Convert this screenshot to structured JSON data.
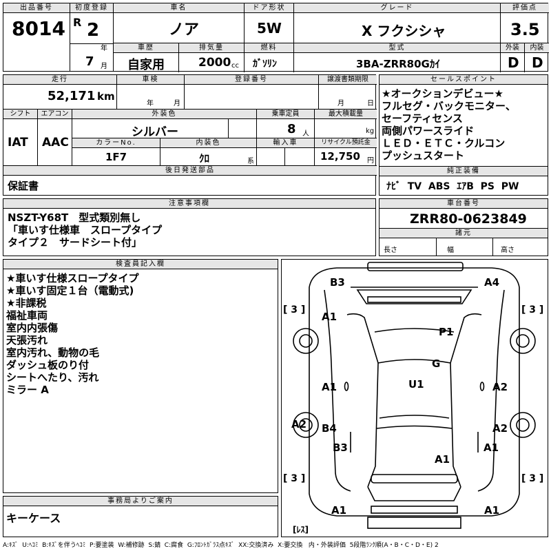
{
  "header": {
    "lot_label": "出品番号",
    "lot_value": "8014",
    "first_reg_label": "初度登録",
    "era": "R",
    "year": "2",
    "year_unit": "年",
    "month": "7",
    "month_unit": "月",
    "car_name_label": "車名",
    "car_name": "ノア",
    "door_label": "ドア形状",
    "door_value": "5W",
    "grade_label": "グレード",
    "grade_value": "X フクシシャ",
    "score_label": "評価点",
    "score_value": "3.5",
    "history_label": "車歴",
    "history_value": "自家用",
    "displacement_label": "排気量",
    "displacement_value": "2000",
    "displacement_unit": "cc",
    "fuel_label": "燃料",
    "fuel_value": "ｶﾞｿﾘﾝ",
    "model_label": "型式",
    "model_value": "3BA-ZRR80Gｶｲ",
    "exterior_label": "外装",
    "exterior_value": "D",
    "interior_label": "内装",
    "interior_value": "D"
  },
  "row2": {
    "mileage_label": "走行",
    "mileage_value": "52,171",
    "mileage_unit": "km",
    "inspection_label": "車検",
    "insp_year_unit": "年",
    "insp_month_unit": "月",
    "reg_no_label": "登録番号",
    "transfer_label": "譲渡書類期限",
    "transfer_month_unit": "月",
    "transfer_day_unit": "日",
    "shift_label": "シフト",
    "shift_value": "IAT",
    "ac_label": "エアコン",
    "ac_value": "AAC",
    "ext_color_label": "外装色",
    "ext_color_value": "シルバー",
    "capacity_label": "乗車定員",
    "capacity_value": "8",
    "capacity_unit": "人",
    "max_load_label": "最大積載量",
    "max_load_unit": "kg",
    "color_no_label": "カラーNo.",
    "color_no_value": "1F7",
    "int_color_label": "内装色",
    "int_color_value": "ｸﾛ",
    "int_color_unit": "系",
    "import_label": "輸入車",
    "recycle_label": "リサイクル預託金",
    "recycle_value": "12,750",
    "recycle_unit": "円",
    "later_parts_label": "後日発送部品",
    "later_parts_value": "保証書"
  },
  "sales_points": {
    "label": "セールスポイント",
    "lines": [
      "★オークションデビュー★",
      "フルセグ・バックモニター、",
      "セーフティセンス",
      "両側パワースライド",
      "ＬＥＤ・ＥＴＣ・クルコン",
      "プッシュスタート"
    ]
  },
  "equipment": {
    "label": "純正装備",
    "value": "ﾅﾋﾞ  TV  ABS  ｴｱB  PS  PW"
  },
  "caution": {
    "label": "注意事項欄",
    "lines": [
      "NSZT-Y68T　型式類別無し",
      "「車いす仕様車　スロープタイプ",
      "タイプ２　サードシート付」"
    ]
  },
  "chassis": {
    "label": "車台番号",
    "value": "ZRR80-0623849"
  },
  "specs": {
    "label": "諸元",
    "length_label": "長さ",
    "width_label": "幅",
    "height_label": "高さ"
  },
  "inspector": {
    "label": "検査員記入欄",
    "lines": [
      "★車いす仕様スロープタイプ",
      "★車いす固定１台（電動式)",
      "★非課税",
      "福祉車両",
      "室内内張傷",
      "天張汚れ",
      "室内汚れ、動物の毛",
      "ダッシュ板のり付",
      "シートへたり、汚れ",
      "ミラー A"
    ]
  },
  "diagram": {
    "marks": [
      "B3",
      "A4",
      "A1",
      "P1",
      "G",
      "U1",
      "A1",
      "A2",
      "A2",
      "B4",
      "A2",
      "B3",
      "A1",
      "A1",
      "A1",
      "A1"
    ],
    "tires": [
      "[ 3 ]",
      "[ 3 ]",
      "[ 3 ]",
      "[ 3 ]"
    ],
    "small_o": [
      "0",
      "0"
    ],
    "spare": "[ﾚｽ]"
  },
  "office": {
    "label": "事務局よりご案内",
    "value": "キーケース"
  },
  "legend": "A:ｷｽﾞ  U:ﾍｺﾐ  B:ｷｽﾞを伴うﾍｺﾐ  P:要塗装  W:補修跡  S:錆  C:腐食  G:ﾌﾛﾝﾄｶﾞﾗｽ点ｷｽﾞ  XX:交換済み  X:要交換   内・外装評価  5段階ﾗﾝｸ順(A・B・C・D・E) 2"
}
